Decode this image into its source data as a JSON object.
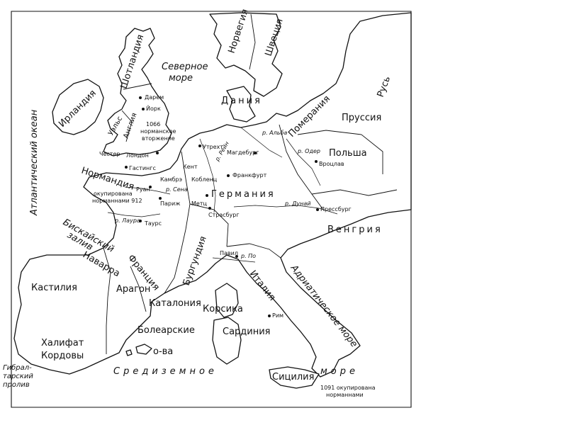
{
  "map": {
    "seas": {
      "atlantic": "Атлантический океан",
      "north_sea_1": "Северное",
      "north_sea_2": "море",
      "biscay_1": "Бискайский",
      "biscay_2": "залив",
      "adriatic": "Адриатическое море",
      "mediterranean_1": "Средиземное",
      "mediterranean_2": "море",
      "gibraltar_1": "Гибрал-",
      "gibraltar_2": "тарский",
      "gibraltar_3": "пролив"
    },
    "regions": {
      "ireland": "Ирландия",
      "scotland": "Шотландия",
      "wales": "Уэльс",
      "england": "Англия",
      "norway": "Норвегия",
      "sweden": "Швеция",
      "denmark": "Дания",
      "rus": "Русь",
      "prussia": "Пруссия",
      "pomerania": "Померания",
      "poland": "Польша",
      "germany": "Германия",
      "normandy": "Нормандия",
      "hungary": "Венгрия",
      "france": "Франция",
      "burgundy": "Бургундия",
      "navarre": "Наварра",
      "castile": "Кастилия",
      "aragon": "Арагон",
      "catalonia": "Каталония",
      "corsica": "Корсика",
      "sardinia": "Сардиния",
      "italy": "Италия",
      "balearic_1": "Болеарские",
      "balearic_2": "о-ва",
      "caliphate_1": "Халифат",
      "caliphate_2": "Кордовы",
      "sicily": "Сицилия"
    },
    "cities": {
      "durham": "Дарем",
      "york": "Йорк",
      "chester": "Честер",
      "london": "Лондон",
      "hastings": "Гастингс",
      "utrecht": "Утрехт",
      "magdeburg": "Магдебург",
      "kent": "Кент",
      "cambrai": "Камбрэ",
      "koblenz": "Кобленц",
      "frankfurt": "Франкфурт",
      "rouen": "Руан",
      "paris": "Париж",
      "metz": "Метц",
      "strasbourg": "Страсбург",
      "tours": "Таурс",
      "wroclaw": "Вроцлав",
      "pressburg": "Прессбург",
      "pavia": "Павил",
      "rome": "Рим"
    },
    "rivers": {
      "elbe": "р. Альба",
      "oder": "р. Одер",
      "rhine": "р. Рейн",
      "seine": "р. Сена",
      "loire": "р. Лаура",
      "danube": "р. Дунай",
      "po": "р. По"
    },
    "notes": {
      "invasion_1": "1066",
      "invasion_2": "норманское",
      "invasion_3": "вторжение",
      "normandy_1": "окупирована",
      "normandy_2": "норманнами 912",
      "sicily_1": "1091 окупирована",
      "sicily_2": "норманнами"
    }
  }
}
